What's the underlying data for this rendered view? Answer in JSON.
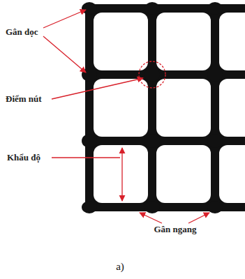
{
  "diagram": {
    "caption": "a)",
    "labels": [
      "Gân dọc",
      "Điểm nút",
      "Khẩu độ",
      "Gân ngang"
    ]
  }
}
